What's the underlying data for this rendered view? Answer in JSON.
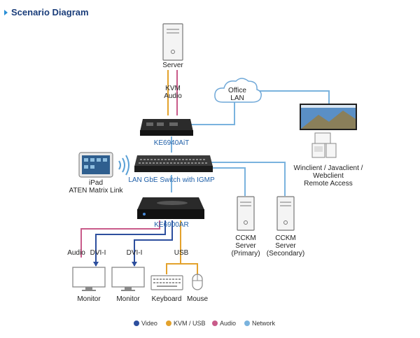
{
  "title": "Scenario Diagram",
  "nodes": {
    "server": "Server",
    "kvm_audio_1": "KVM",
    "kvm_audio_2": "Audio",
    "office_lan_1": "Office",
    "office_lan_2": "LAN",
    "ke6940ait": "KE6940AiT",
    "switch": "LAN GbE Switch with IGMP",
    "ipad_1": "iPad",
    "ipad_2": "ATEN Matrix Link",
    "ke6900ar": "KE6900AR",
    "remote_1": "Winclient / Javaclient /",
    "remote_2": "Webclient",
    "remote_3": "Remote Access",
    "cckm_p_1": "CCKM",
    "cckm_p_2": "Server",
    "cckm_p_3": "(Primary)",
    "cckm_s_1": "CCKM",
    "cckm_s_2": "Server",
    "cckm_s_3": "(Secondary)",
    "audio": "Audio",
    "dvi_1": "DVI-I",
    "dvi_2": "DVI-I",
    "usb": "USB",
    "monitor_1": "Monitor",
    "monitor_2": "Monitor",
    "keyboard": "Keyboard",
    "mouse": "Mouse"
  },
  "legend": [
    {
      "label": "Video",
      "color": "#2d4f9e"
    },
    {
      "label": "KVM / USB",
      "color": "#e3a22c"
    },
    {
      "label": "Audio",
      "color": "#c95b8a"
    },
    {
      "label": "Network",
      "color": "#7ab3de"
    }
  ]
}
